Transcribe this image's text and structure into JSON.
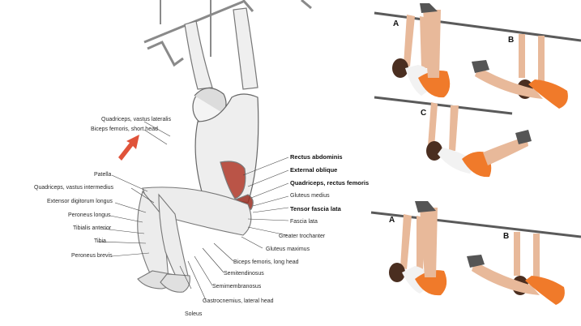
{
  "illustration": {
    "left_labels": [
      "Quadriceps, vastus lateralis",
      "Biceps femoris, short head",
      "Patella",
      "Quadriceps, vastus intermedius",
      "Extensor digitorum longus",
      "Peroneus longus",
      "Tibialis anterior",
      "Tibia",
      "Peroneus brevis"
    ],
    "bottom_labels": [
      "Soleus",
      "Gastrocnemius, lateral head",
      "Semimembranosus",
      "Semitendinosus",
      "Biceps femoris, long head"
    ],
    "right_labels": [
      "Rectus abdominis",
      "External oblique",
      "Quadriceps, rectus femoris",
      "Gluteus medius",
      "Tensor fascia lata",
      "Fascia lata",
      "Greater trochanter",
      "Gluteus maximus"
    ]
  },
  "photos": {
    "top_panels": [
      "A",
      "B",
      "C"
    ],
    "bottom_panels": [
      "A",
      "B"
    ]
  },
  "colors": {
    "muscle_red": "#b23a2a",
    "arrow_red": "#e0533a",
    "shorts_orange": "#f07a2a",
    "skin": "#e8b99a",
    "bar_grey": "#5a5a5a"
  }
}
